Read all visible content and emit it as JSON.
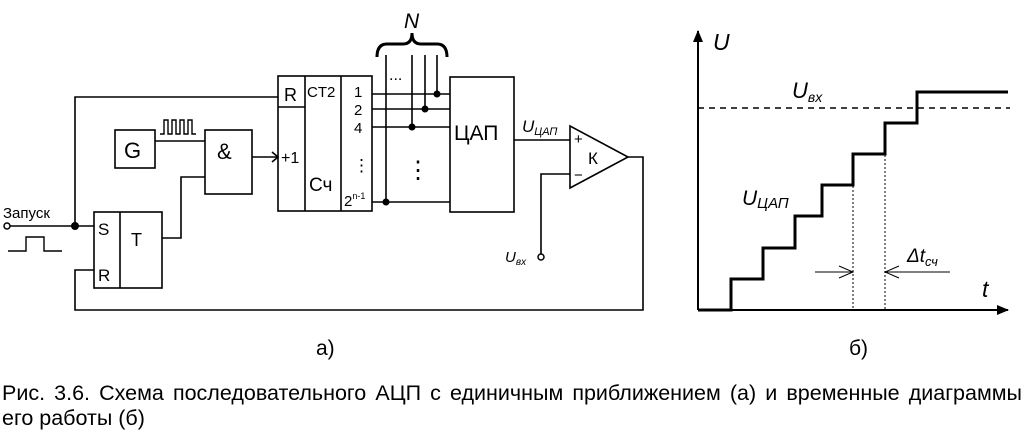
{
  "circuit": {
    "bus_label": "N",
    "bus_dots": "...",
    "counter_reset": "R",
    "counter_type": "CT2",
    "counter_name": "Сч",
    "counter_input": "+1",
    "outputs": [
      "1",
      "2",
      "4",
      "⋮"
    ],
    "last_output_base": "2",
    "last_output_exp": "n-1",
    "bus_ellipsis": "⋮",
    "generator": "G",
    "and_gate": "&",
    "dac": "ЦАП",
    "comparator": "К",
    "comp_plus": "+",
    "comp_minus": "−",
    "trigger_s": "S",
    "trigger_t": "T",
    "trigger_r": "R",
    "start_label": "Запуск",
    "u_dac_main": "U",
    "u_dac_sub": "ЦАП",
    "u_in_main": "U",
    "u_in_sub": "вх",
    "part_label": "а)"
  },
  "timing": {
    "y_axis_label": "U",
    "x_axis_label": "t",
    "u_in_main": "U",
    "u_in_sub": "вх",
    "u_dac_main": "U",
    "u_dac_sub": "ЦАП",
    "delta_main": "Δt",
    "delta_sub": "сч",
    "part_label": "б)"
  },
  "caption": "Рис. 3.6. Схема последовательного АЦП с единичным приближением (а) и временные диаграммы его работы (б)"
}
